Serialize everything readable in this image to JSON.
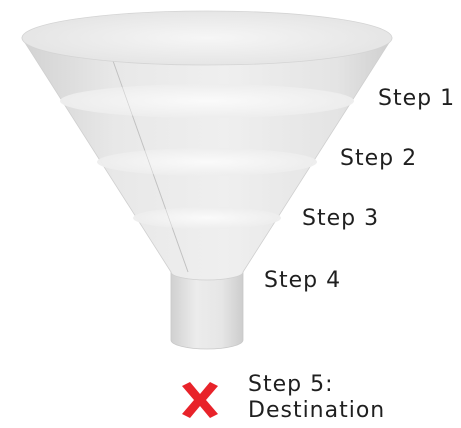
{
  "diagram": {
    "steps": [
      {
        "label": "Step 1"
      },
      {
        "label": "Step 2"
      },
      {
        "label": "Step 3"
      },
      {
        "label": "Step 4"
      }
    ],
    "destination": {
      "line1": "Step 5:",
      "line2": "Destination",
      "icon": "red-x-icon"
    },
    "colors": {
      "funnel_body": "#e6e6e6",
      "funnel_rim": "#f2f2f2",
      "band_highlight": "#f7f7f7",
      "mark": "#e8232a"
    }
  }
}
